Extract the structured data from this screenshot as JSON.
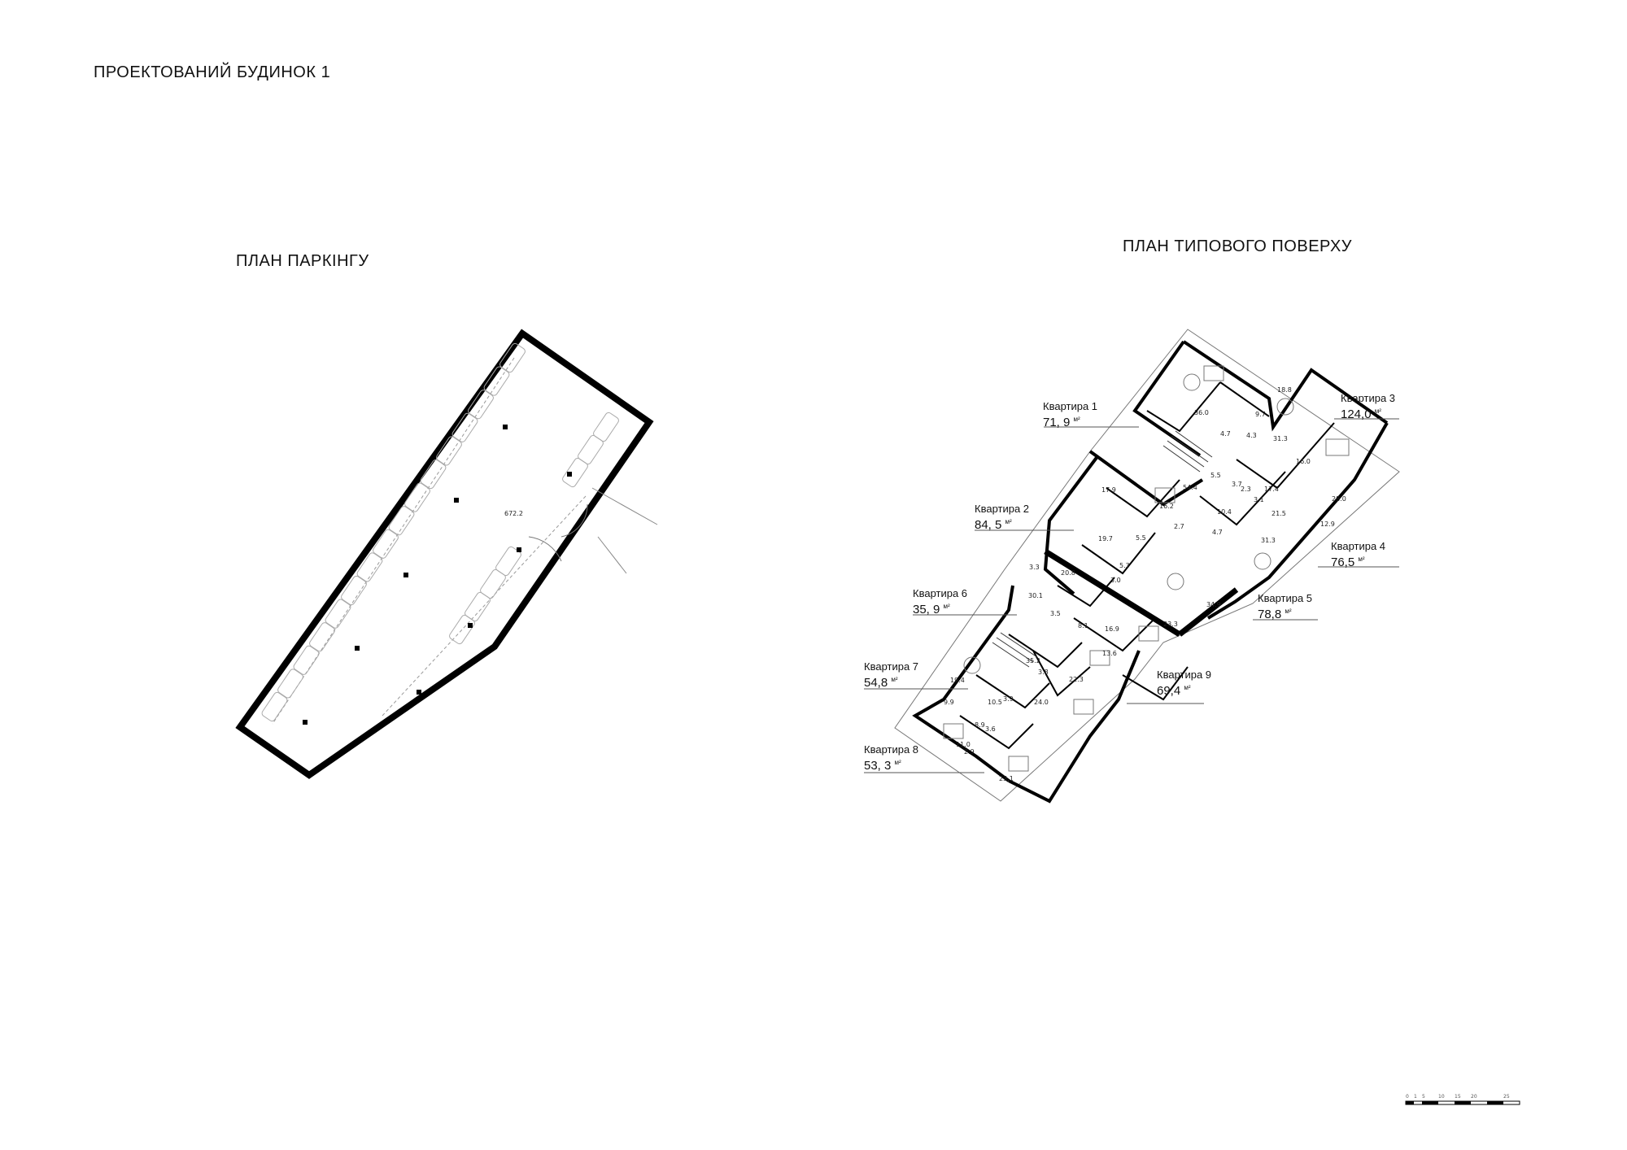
{
  "page": {
    "title": "ПРОЕКТОВАНИЙ БУДИНОК 1"
  },
  "parking": {
    "title": "ПЛАН ПАРКІНГУ",
    "area": "672.2"
  },
  "floor": {
    "title": "ПЛАН ТИПОВОГО ПОВЕРХУ",
    "apartments": [
      {
        "name": "Квартира 1",
        "area": "71, 9",
        "unit": "м²"
      },
      {
        "name": "Квартира 2",
        "area": "84, 5",
        "unit": "м²"
      },
      {
        "name": "Квартира 3",
        "area": "124,0",
        "unit": "м²"
      },
      {
        "name": "Квартира 4",
        "area": "76,5",
        "unit": "м²"
      },
      {
        "name": "Квартира 5",
        "area": "78,8",
        "unit": "м²"
      },
      {
        "name": "Квартира 6",
        "area": "35, 9",
        "unit": "м²"
      },
      {
        "name": "Квартира 7",
        "area": "54,8",
        "unit": "м²"
      },
      {
        "name": "Квартира 8",
        "area": "53, 3",
        "unit": "м²"
      },
      {
        "name": "Квартира 9",
        "area": "69,4",
        "unit": "м²"
      }
    ],
    "rooms": [
      "36.0",
      "4.7",
      "18.8",
      "9.7",
      "4.3",
      "31.3",
      "16.0",
      "17.9",
      "54.4",
      "16.2",
      "2.7",
      "3.7",
      "5.5",
      "2.3",
      "17.4",
      "10.4",
      "21.5",
      "3.1",
      "28.0",
      "12.9",
      "19.7",
      "5.5",
      "4.7",
      "31.3",
      "3.3",
      "20.8",
      "5.3",
      "3.0",
      "30.1",
      "3.5",
      "34.9",
      "23.3",
      "8.1",
      "16.9",
      "13.6",
      "35.2",
      "3.8",
      "22.3",
      "19.4",
      "10.5",
      "3.9",
      "9.9",
      "24.0",
      "3.6",
      "8.9",
      "11.0",
      "2.9",
      "23.1"
    ]
  },
  "scale_bar": {
    "labels": [
      "0",
      "1",
      "5",
      "10",
      "15",
      "20",
      "25"
    ]
  }
}
